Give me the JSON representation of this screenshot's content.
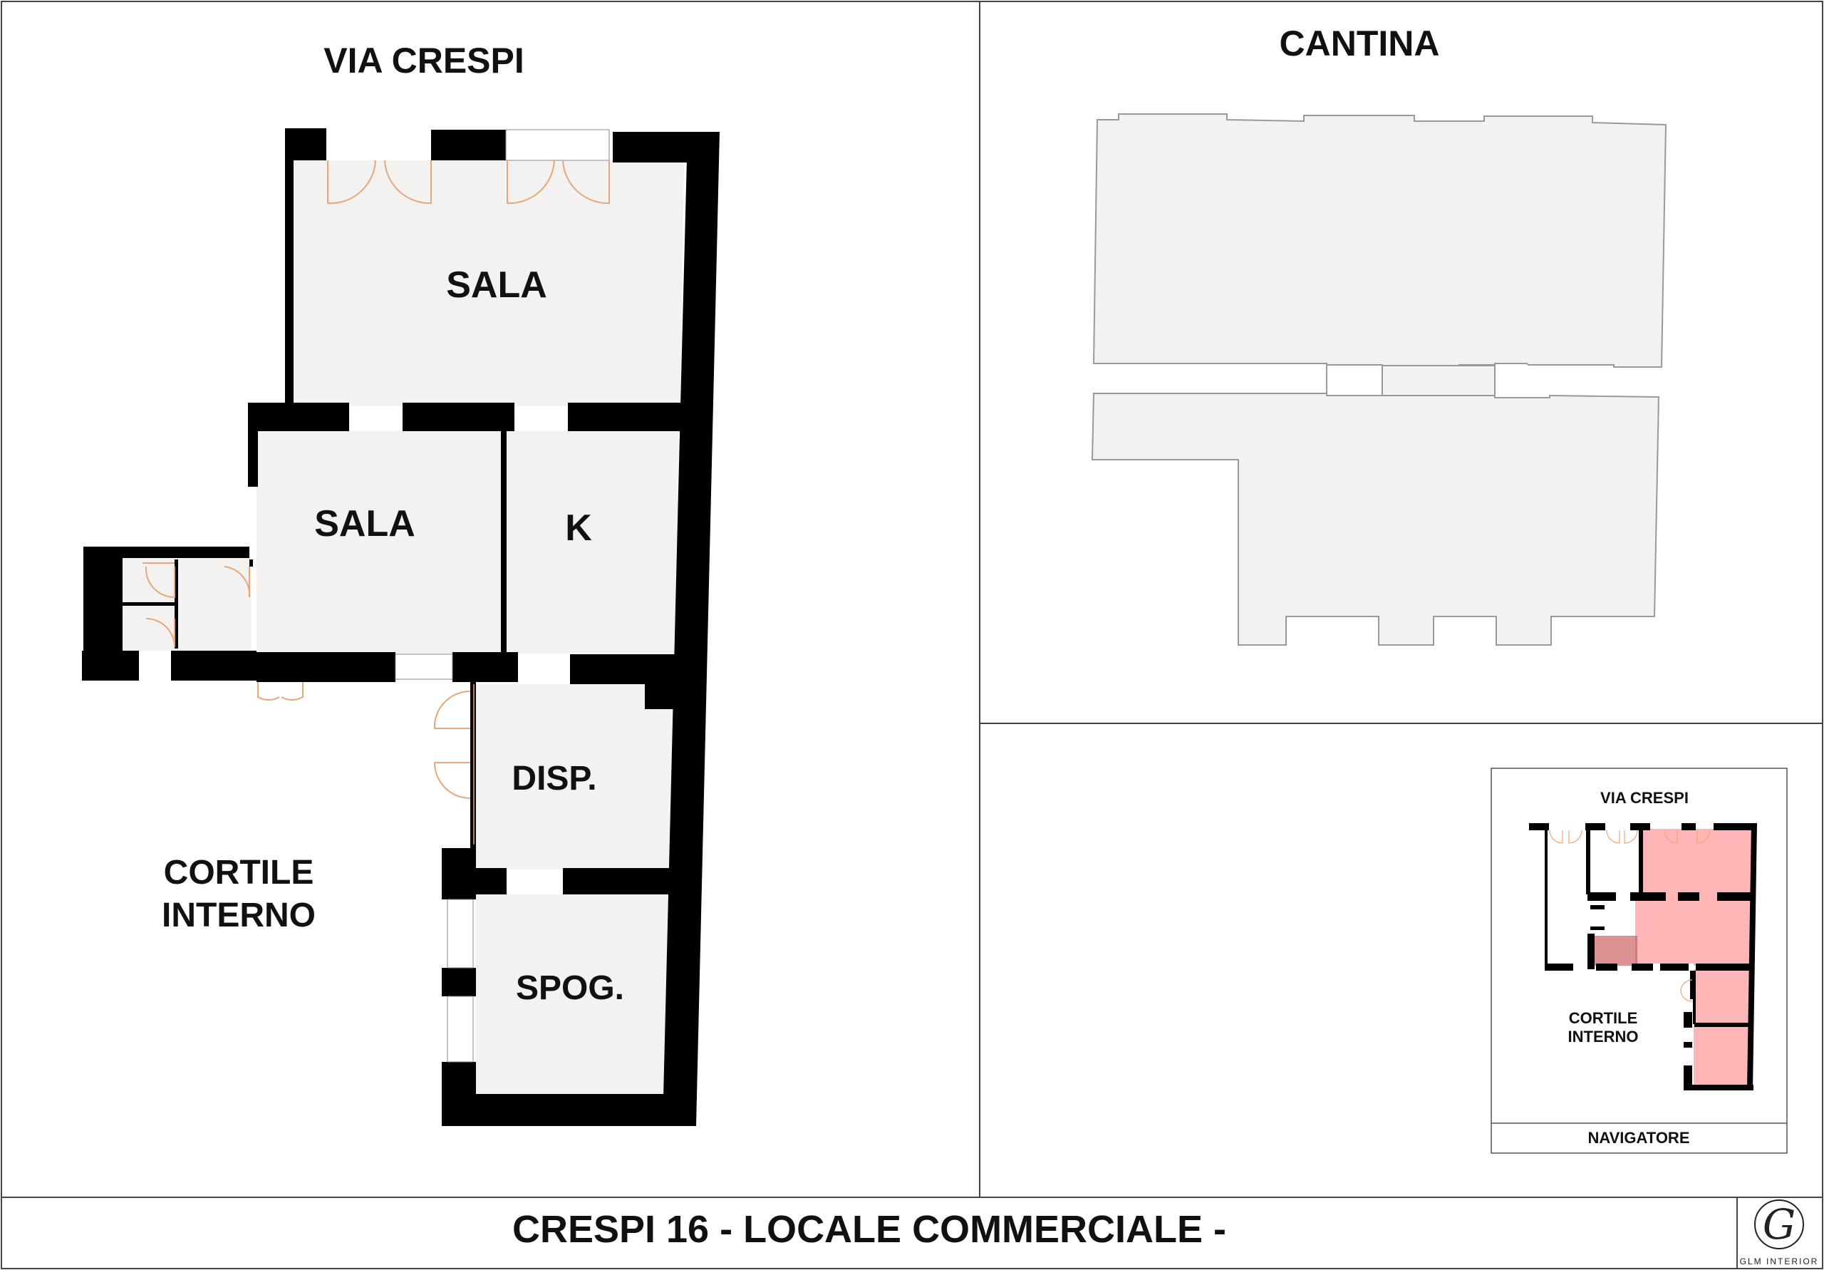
{
  "main_plan": {
    "street_label": "VIA CRESPI",
    "courtyard_label_line1": "CORTILE",
    "courtyard_label_line2": "INTERNO",
    "rooms": {
      "sala_front": "SALA",
      "sala_rear": "SALA",
      "kitchen": "K",
      "disp": "DISP.",
      "spog": "SPOG."
    }
  },
  "cellar": {
    "title": "CANTINA"
  },
  "navigator": {
    "street_label": "VIA CRESPI",
    "courtyard_label_line1": "CORTILE",
    "courtyard_label_line2": "INTERNO",
    "caption": "NAVIGATORE"
  },
  "footer": {
    "title": "CRESPI 16 - LOCALE COMMERCIALE -",
    "logo_text": "GLM INTERIOR",
    "logo_letter": "G"
  },
  "colors": {
    "wall": "#000000",
    "floor": "#f4f1f1",
    "door_swing": "#e8a77a",
    "navigator_highlight": "#ffb6b6",
    "frame": "#444444"
  }
}
